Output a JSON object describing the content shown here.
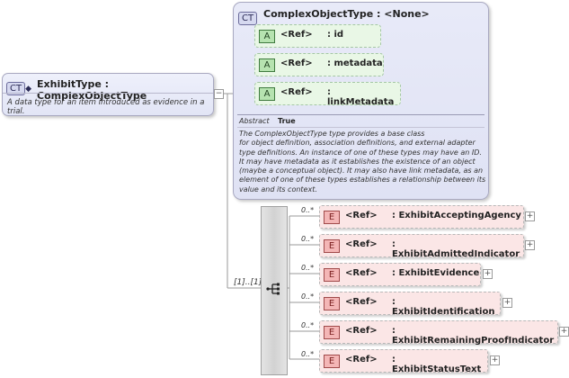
{
  "main_type": {
    "badge": "CT",
    "name": "ExhibitType : ComplexObjectType",
    "description": "A data type for an item introduced as evidence in a trial."
  },
  "base_type": {
    "badge": "CT",
    "name": "ComplexObjectType : <None>",
    "attributes": [
      {
        "badge": "A",
        "ref": "<Ref>",
        "name": ": id"
      },
      {
        "badge": "A",
        "ref": "<Ref>",
        "name": ": metadata"
      },
      {
        "badge": "A",
        "ref": "<Ref>",
        "name": ": linkMetadata"
      }
    ],
    "abstract_label": "Abstract",
    "abstract_value": "True",
    "description_lines": [
      "The ComplexObjectType type provides a base class",
      "for object definition, association definitions, and external adapter",
      "type definitions. An instance of one of these types may have an ID.",
      "It may have metadata as it establishes the existence of an object",
      "(maybe a conceptual object). It may also have link metadata, as an",
      "element of one of these types establishes a relationship between its",
      "value and its context."
    ]
  },
  "sequence": {
    "multiplicity": "[1]..[1]"
  },
  "elements": [
    {
      "badge": "E",
      "ref": "<Ref>",
      "name": ": ExhibitAcceptingAgency",
      "multiplicity": "0..*"
    },
    {
      "badge": "E",
      "ref": "<Ref>",
      "name": ": ExhibitAdmittedIndicator",
      "multiplicity": "0..*"
    },
    {
      "badge": "E",
      "ref": "<Ref>",
      "name": ": ExhibitEvidence",
      "multiplicity": "0..*"
    },
    {
      "badge": "E",
      "ref": "<Ref>",
      "name": ": ExhibitIdentification",
      "multiplicity": "0..*"
    },
    {
      "badge": "E",
      "ref": "<Ref>",
      "name": ": ExhibitRemainingProofIndicator",
      "multiplicity": "0..*"
    },
    {
      "badge": "E",
      "ref": "<Ref>",
      "name": ": ExhibitStatusText",
      "multiplicity": "0..*"
    }
  ]
}
